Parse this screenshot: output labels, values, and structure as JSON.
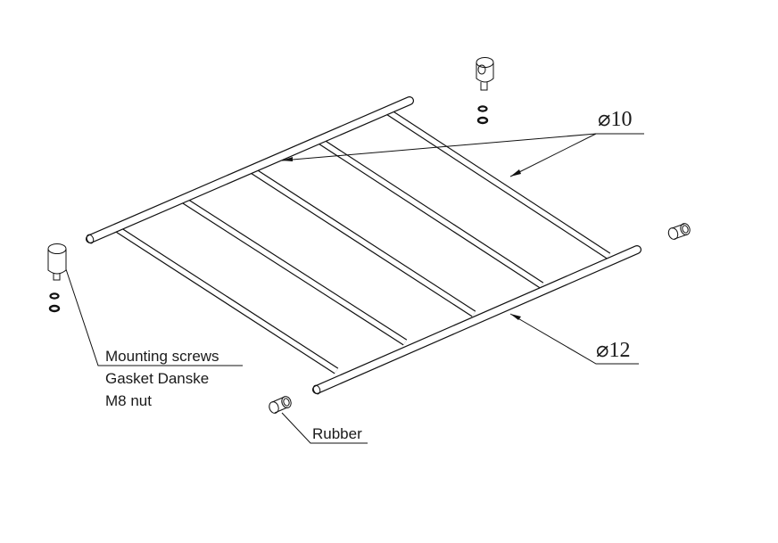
{
  "labels": {
    "screws_line1": "Mounting screws",
    "screws_line2": "Gasket Danske",
    "screws_line3": "M8 nut",
    "rubber": "Rubber",
    "dim_small": "⌀10",
    "dim_large": "⌀12"
  },
  "colors": {
    "line": "#111111",
    "background": "#ffffff"
  }
}
